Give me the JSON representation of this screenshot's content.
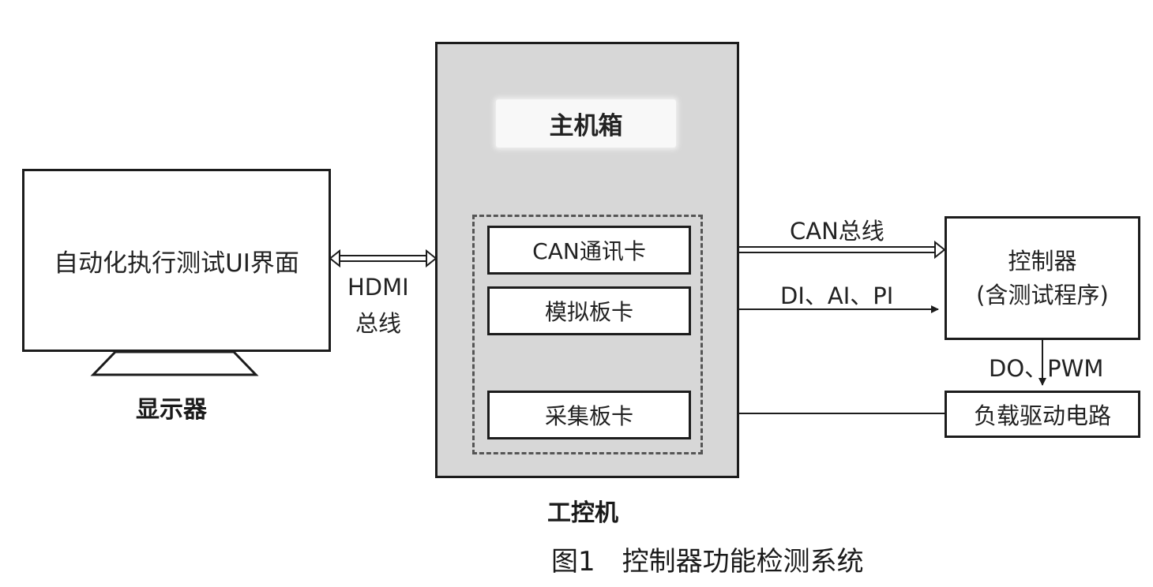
{
  "monitor": {
    "screen_text": "自动化执行测试UI界面",
    "caption": "显示器"
  },
  "hdmi": {
    "line1": "HDMI",
    "line2": "总线"
  },
  "ipc": {
    "header": "主机箱",
    "caption": "工控机",
    "cards": {
      "can": "CAN通讯卡",
      "analog": "模拟板卡",
      "acquisition": "采集板卡"
    }
  },
  "links": {
    "can_bus": "CAN总线",
    "di_ai_pi": "DI、AI、PI",
    "do_pwm": "DO、PWM"
  },
  "controller": {
    "line1": "控制器",
    "line2": "(含测试程序)"
  },
  "load_driver": {
    "label": "负载驱动电路"
  },
  "figure": {
    "caption": "图1　控制器功能检测系统"
  }
}
